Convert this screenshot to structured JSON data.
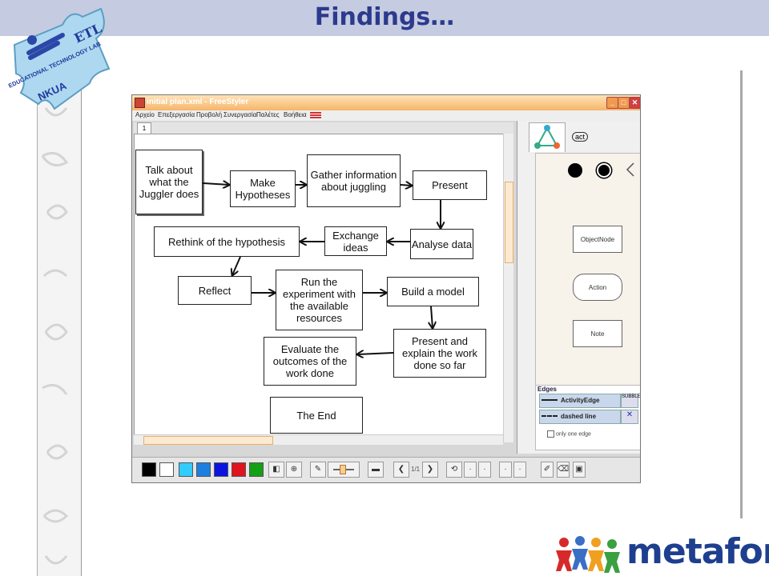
{
  "slide": {
    "title": "Findings…"
  },
  "etl_logo": {
    "text": [
      "ETL",
      "EDUCATIONAL TECHNOLOGY LAB",
      "NKUA"
    ]
  },
  "app": {
    "window_title": "initial plan.xml - FreeStyler",
    "menu": [
      "Αρχείο",
      "Επεξεργασία",
      "Προβολή",
      "Συνεργασία",
      "Παλέτες",
      "Βοήθεια"
    ],
    "tab": "1",
    "nodes": {
      "talk": "Talk about what the Juggler does",
      "make": "Make Hypotheses",
      "gather": "Gather information about juggling",
      "present": "Present",
      "analyse": "Analyse data",
      "exchange": "Exchange ideas",
      "rethink": "Rethink of the hypothesis",
      "reflect": "Reflect",
      "run": "Run the experiment with the available resources",
      "build": "Build a model",
      "present_explain": "Present and explain the work done so far",
      "evaluate": "Evaluate the outcomes of the work done",
      "end": "The End"
    },
    "palette": {
      "tab2_label": "act",
      "items": [
        "ObjectNode",
        "Action",
        "Note"
      ],
      "edges_title": "Edges",
      "edges": [
        "ActivityEdge",
        "dashed line"
      ],
      "edge_side_label": "SUBBLE",
      "only_one_edge": "only one edge"
    },
    "toolbar": {
      "colors": [
        "#000000",
        "#ffffff",
        "#33ccff",
        "#1e7fe0",
        "#0a14e0",
        "#e0141e",
        "#14a014"
      ],
      "page_indicator": "1/1"
    }
  },
  "metafora_logo": {
    "text": "metafora",
    "figure_colors": [
      "#d62a2a",
      "#3a6fc6",
      "#f0a020",
      "#3aa040"
    ]
  }
}
